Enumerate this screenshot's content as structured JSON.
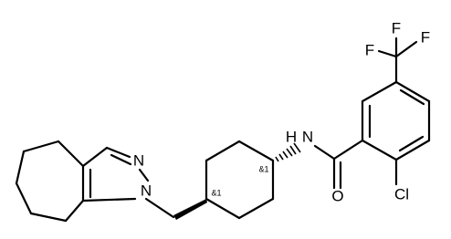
{
  "atoms": {
    "F1": "F",
    "F2": "F",
    "F3": "F",
    "NH": "N",
    "H_on_N": "H",
    "N_pyrazole_top": "N",
    "N_pyrazole_bottom": "N",
    "O": "O",
    "Cl": "Cl"
  },
  "stereo": {
    "left": "&1",
    "right": "&1"
  }
}
